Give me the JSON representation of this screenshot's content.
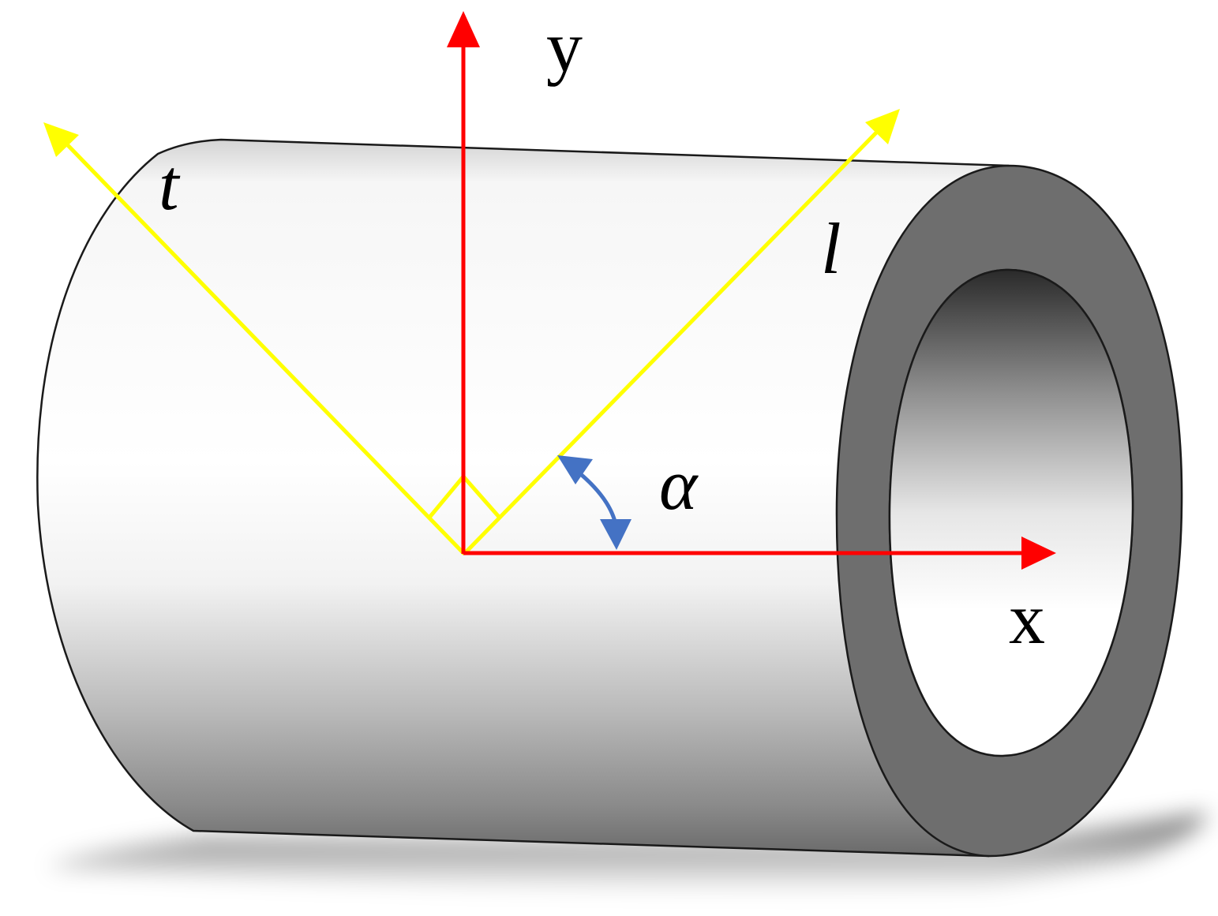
{
  "labels": {
    "y_axis": "y",
    "x_axis": "x",
    "t_axis": "t",
    "l_axis": "l",
    "angle": "α"
  },
  "colors": {
    "xy_axes": "#ff0000",
    "tl_axes": "#ffff00",
    "angle_arrow": "#4472c4",
    "right_angle_marker": "#ffff00",
    "tube_end_face": "#6e6e6e",
    "outline": "#1a1a1a"
  },
  "icons": {
    "angle_marker": "curved-double-arrow",
    "right_angle": "square-corner-marker"
  }
}
